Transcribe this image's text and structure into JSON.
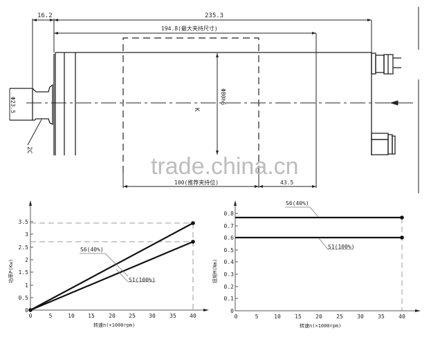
{
  "drawing": {
    "dimensions": {
      "flange_length": "16.2",
      "overall_length": "235.3",
      "max_clamp_length": "194.8(最大夹持尺寸)",
      "recommended_clamp": "100(推荐夹持位)",
      "rear_length": "43.5",
      "body_diameter": "Φ80h6",
      "shaft_diameter": "Φ23.5",
      "chamfer": "2C",
      "view_label": "K"
    },
    "watermark": "trade.china.cn"
  },
  "chart_data": [
    {
      "type": "line",
      "title": "",
      "xlabel": "转速n(×1000rpm)",
      "ylabel": "功率P(Kw)",
      "x_ticks": [
        "0",
        "5",
        "10",
        "15",
        "20",
        "25",
        "30",
        "35",
        "40"
      ],
      "y_ticks": [
        "0",
        "0.5",
        "1",
        "1.5",
        "2",
        "2.5",
        "3",
        "3.5"
      ],
      "xlim": [
        0,
        40
      ],
      "ylim": [
        0,
        3.5
      ],
      "series": [
        {
          "name": "S6(40%)",
          "x": [
            0,
            40
          ],
          "values": [
            0,
            3.2
          ]
        },
        {
          "name": "S1(100%)",
          "x": [
            0,
            40
          ],
          "values": [
            0,
            2.5
          ]
        }
      ],
      "reference_lines": [
        3.2,
        2.5
      ],
      "grid": false
    },
    {
      "type": "line",
      "title": "",
      "xlabel": "转速n(×1000rpm)",
      "ylabel": "扭矩M(Nm)",
      "x_ticks": [
        "0",
        "5",
        "10",
        "15",
        "20",
        "25",
        "30",
        "35",
        "40"
      ],
      "y_ticks": [
        "0",
        "0.1",
        "0.2",
        "0.3",
        "0.4",
        "0.5",
        "0.6",
        "0.7",
        "0.8"
      ],
      "xlim": [
        0,
        40
      ],
      "ylim": [
        0,
        0.8
      ],
      "series": [
        {
          "name": "S6(40%)",
          "x": [
            0,
            40
          ],
          "values": [
            0.76,
            0.76
          ]
        },
        {
          "name": "S1(100%)",
          "x": [
            0,
            40
          ],
          "values": [
            0.6,
            0.6
          ]
        }
      ],
      "grid": false
    }
  ]
}
